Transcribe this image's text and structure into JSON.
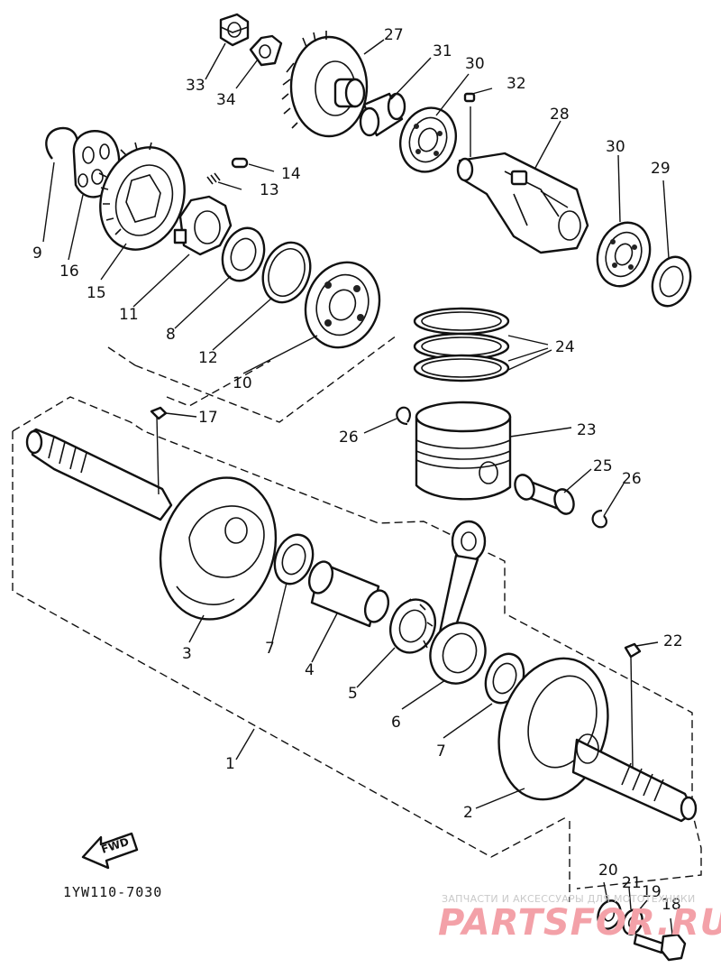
{
  "diagram_code": "1YW110-7030",
  "fwd_label": "FWD",
  "watermark": {
    "tagline": "ЗАПЧАСТИ И АКСЕССУАРЫ ДЛЯ МОТОТЕХНИКИ",
    "brand": "PARTSFOR.RU"
  },
  "part_labels": [
    {
      "id": "1",
      "text": "1"
    },
    {
      "id": "2",
      "text": "2"
    },
    {
      "id": "3",
      "text": "3"
    },
    {
      "id": "4",
      "text": "4"
    },
    {
      "id": "5",
      "text": "5"
    },
    {
      "id": "6",
      "text": "6"
    },
    {
      "id": "7a",
      "text": "7"
    },
    {
      "id": "7b",
      "text": "7"
    },
    {
      "id": "8",
      "text": "8"
    },
    {
      "id": "9",
      "text": "9"
    },
    {
      "id": "10",
      "text": "10"
    },
    {
      "id": "11",
      "text": "11"
    },
    {
      "id": "12",
      "text": "12"
    },
    {
      "id": "13",
      "text": "13"
    },
    {
      "id": "14",
      "text": "14"
    },
    {
      "id": "15",
      "text": "15"
    },
    {
      "id": "16",
      "text": "16"
    },
    {
      "id": "17",
      "text": "17"
    },
    {
      "id": "18",
      "text": "18"
    },
    {
      "id": "19",
      "text": "19"
    },
    {
      "id": "20",
      "text": "20"
    },
    {
      "id": "21",
      "text": "21"
    },
    {
      "id": "22",
      "text": "22"
    },
    {
      "id": "23",
      "text": "23"
    },
    {
      "id": "24",
      "text": "24"
    },
    {
      "id": "25",
      "text": "25"
    },
    {
      "id": "26a",
      "text": "26"
    },
    {
      "id": "26b",
      "text": "26"
    },
    {
      "id": "27",
      "text": "27"
    },
    {
      "id": "28",
      "text": "28"
    },
    {
      "id": "29",
      "text": "29"
    },
    {
      "id": "30a",
      "text": "30"
    },
    {
      "id": "30b",
      "text": "30"
    },
    {
      "id": "31",
      "text": "31"
    },
    {
      "id": "32",
      "text": "32"
    },
    {
      "id": "33",
      "text": "33"
    },
    {
      "id": "34",
      "text": "34"
    }
  ]
}
